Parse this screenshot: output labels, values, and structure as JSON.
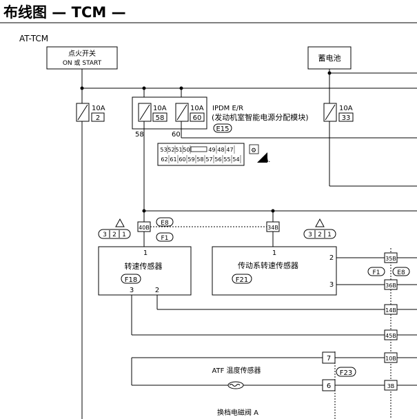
{
  "title": "布线图 — TCM —",
  "section": "AT-TCM",
  "ignition": {
    "line1": "点火开关",
    "line2": "ON 或 START"
  },
  "battery": {
    "label": "蓄电池"
  },
  "fuses": {
    "ign": {
      "amp": "10A",
      "num": "2"
    },
    "ipdm_a": {
      "amp": "10A",
      "num": "58"
    },
    "ipdm_b": {
      "amp": "10A",
      "num": "60"
    },
    "battery": {
      "amp": "10A",
      "num": "33"
    }
  },
  "ipdm": {
    "title": "IPDM E/R",
    "subtitle": "(发动机室智能电源分配模块)",
    "connector": "E15",
    "pin_a": "58",
    "pin_b": "60"
  },
  "connector_grid": {
    "row1": [
      "53",
      "52",
      "51",
      "50",
      "",
      "49",
      "48",
      "47"
    ],
    "row2": [
      "62",
      "61",
      "60",
      "59",
      "58",
      "57",
      "56",
      "55",
      "54"
    ],
    "hs_label": "H.S."
  },
  "connectors": {
    "c40b": "40B",
    "c34b": "34B",
    "e8": "E8",
    "f1": "F1",
    "c35b": "35B",
    "c36b": "36B",
    "c14b": "14B",
    "c45b": "45B",
    "c10b": "10B",
    "c3b": "3B"
  },
  "triangle_pins": [
    "3",
    "2",
    "1"
  ],
  "speed_sensor": {
    "label": "转速传感器",
    "connector": "F18",
    "pin_top": "1",
    "pin_bl": "3",
    "pin_br": "2"
  },
  "output_sensor": {
    "label": "传动系转速传感器",
    "connector": "F21",
    "pin_top": "1",
    "pin_r1": "2",
    "pin_r2": "3"
  },
  "atf_sensor": {
    "label": "ATF 温度传感器",
    "connector": "F23",
    "pin_7": "7",
    "pin_6": "6"
  },
  "solenoid": {
    "label": "换档电磁阀 A"
  }
}
